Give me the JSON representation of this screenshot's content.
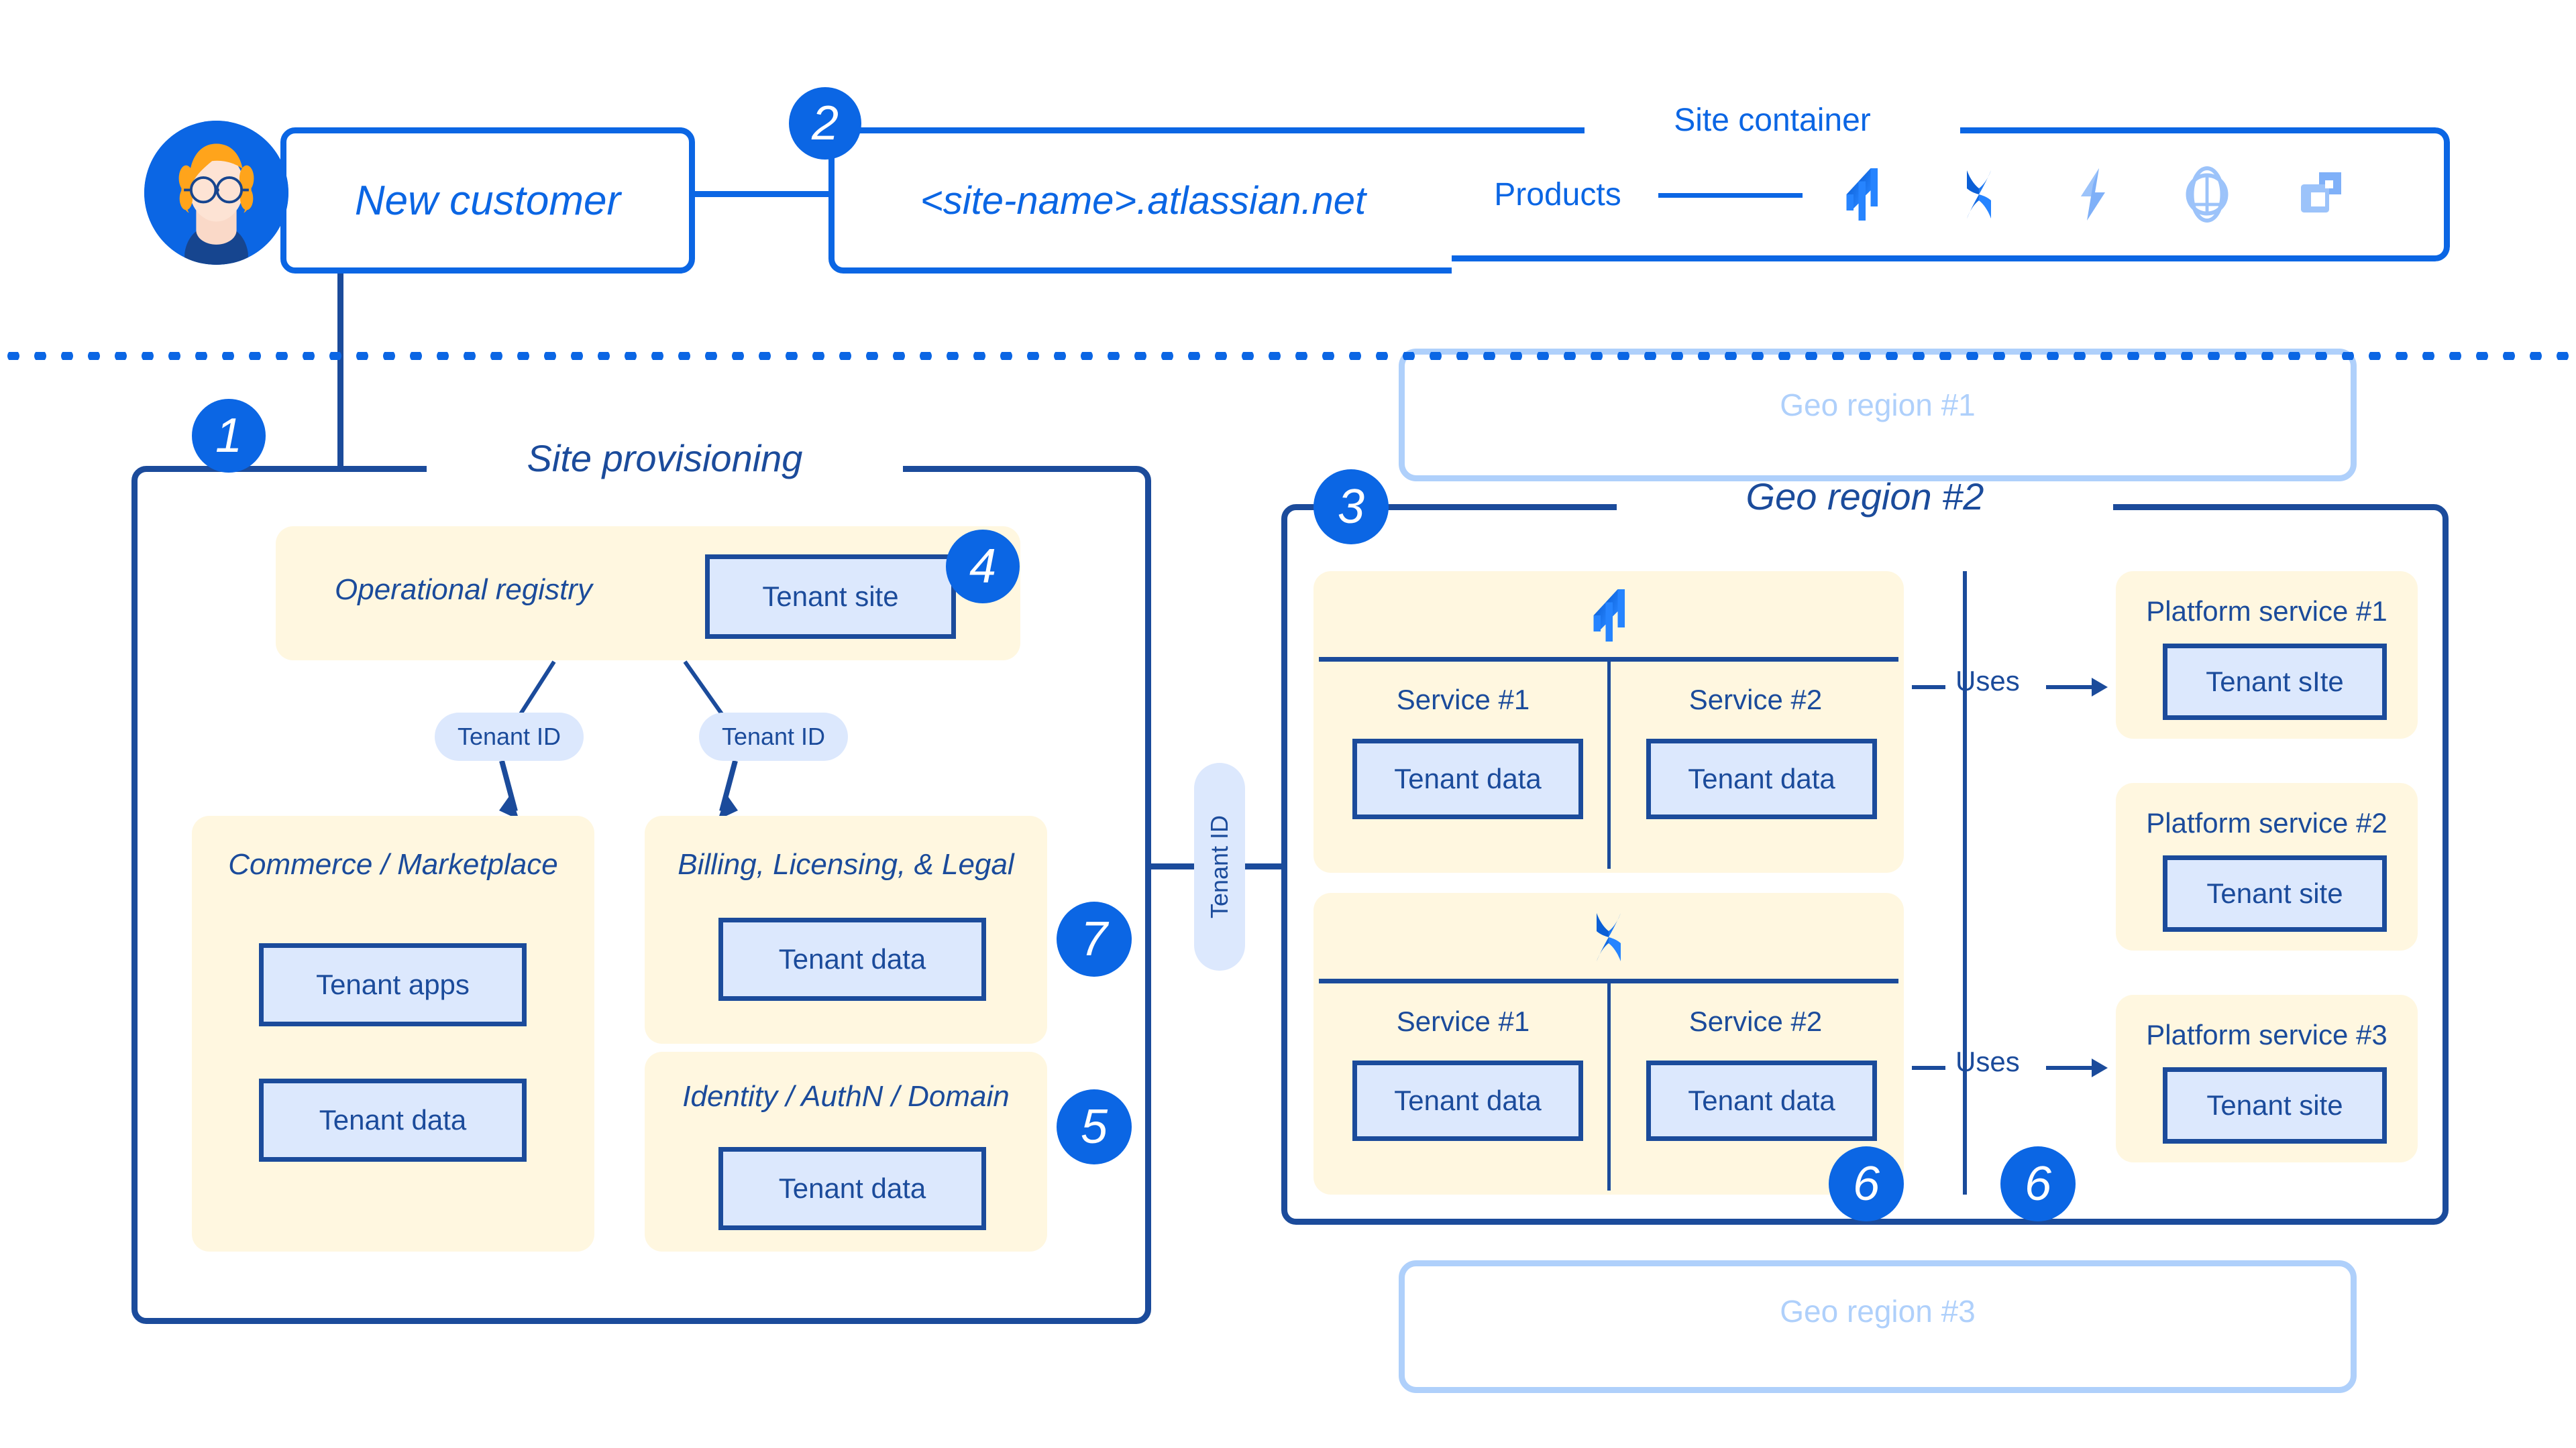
{
  "top": {
    "customer_label": "New customer",
    "site_name": "<site-name>.atlassian.net",
    "site_container_title": "Site container",
    "products_label": "Products",
    "product_icons": [
      "jira-icon",
      "confluence-icon",
      "jira-service-management-icon",
      "compass-icon",
      "statuspage-icon"
    ]
  },
  "badges": {
    "one": "1",
    "two": "2",
    "three": "3",
    "four": "4",
    "five": "5",
    "six_a": "6",
    "six_b": "6",
    "seven": "7"
  },
  "provisioning": {
    "title": "Site provisioning",
    "registry": {
      "label": "Operational registry",
      "tenant_site": "Tenant site"
    },
    "tenant_id_left": "Tenant ID",
    "tenant_id_right": "Tenant ID",
    "commerce": {
      "label": "Commerce / Marketplace",
      "tenant_apps": "Tenant apps",
      "tenant_data": "Tenant data"
    },
    "billing": {
      "label": "Billing, Licensing, & Legal",
      "tenant_data": "Tenant data"
    },
    "identity": {
      "label": "Identity / AuthN / Domain",
      "tenant_data": "Tenant data"
    }
  },
  "bridge": {
    "tenant_id": "Tenant ID"
  },
  "geo_regions": {
    "region1_label": "Geo region #1",
    "region2_label": "Geo region #2",
    "region3_label": "Geo region #3"
  },
  "region2": {
    "product_groups": [
      {
        "icon": "jira-icon",
        "services": [
          {
            "name": "Service #1",
            "tenant_data": "Tenant data"
          },
          {
            "name": "Service #2",
            "tenant_data": "Tenant data"
          }
        ]
      },
      {
        "icon": "confluence-icon",
        "services": [
          {
            "name": "Service #1",
            "tenant_data": "Tenant data"
          },
          {
            "name": "Service #2",
            "tenant_data": "Tenant data"
          }
        ]
      }
    ],
    "uses_top": "Uses",
    "uses_bottom": "Uses",
    "platform_services": [
      {
        "title": "Platform service #1",
        "tenant": "Tenant sIte"
      },
      {
        "title": "Platform service #2",
        "tenant": "Tenant site"
      },
      {
        "title": "Platform service #3",
        "tenant": "Tenant site"
      }
    ]
  },
  "colors": {
    "bright_blue": "#0B66E4",
    "navy": "#1B4B9B",
    "cream": "#FFF7E0",
    "light_blue_fill": "#DCE8FD",
    "faded_blue": "#AFD0FB"
  }
}
